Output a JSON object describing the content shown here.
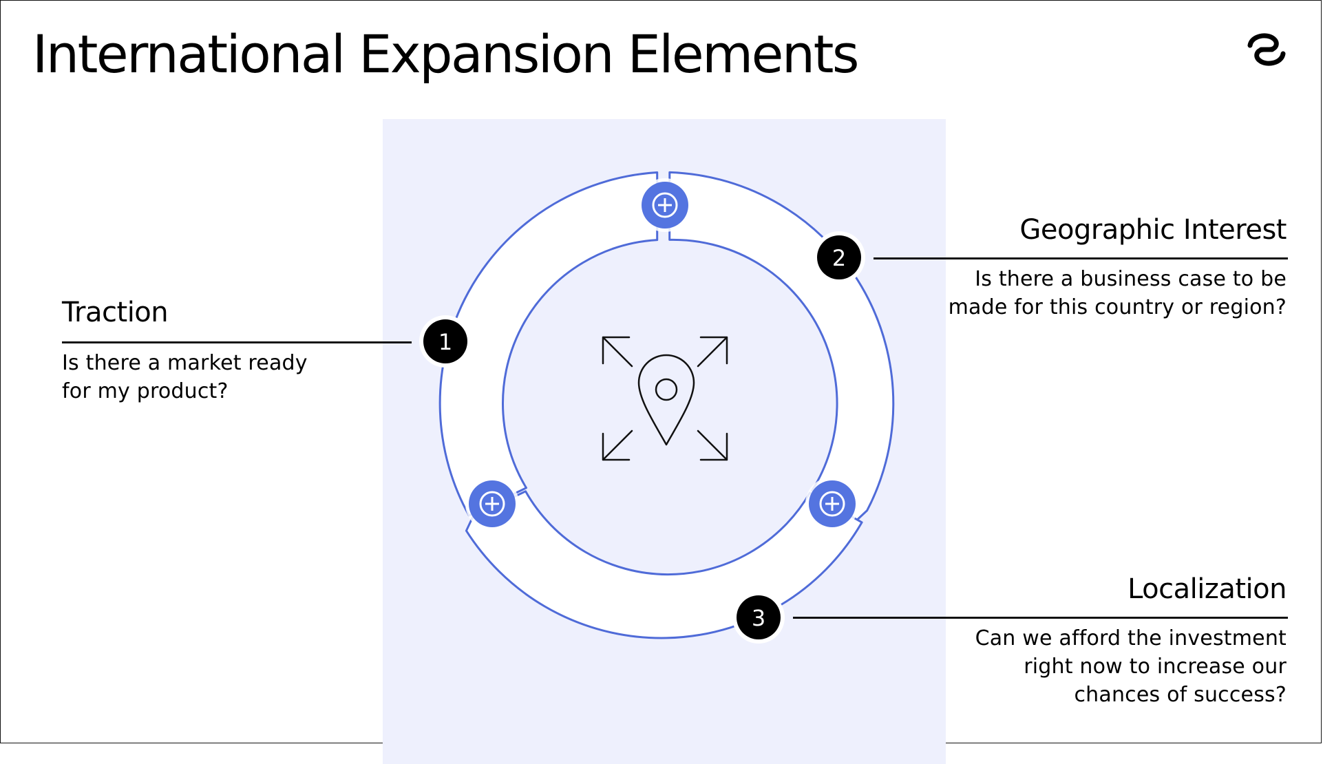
{
  "page": {
    "title": "International Expansion Elements"
  },
  "logo_icon": "brand-logo",
  "colors": {
    "panel_bg": "#eef0fd",
    "ring_stroke": "#4f6bd8",
    "plus_button": "#5474e0",
    "badge_bg": "#000000",
    "text": "#000000"
  },
  "diagram": {
    "center_icon": "map-pin-expand-icon",
    "add_icon": "plus-circle-icon",
    "steps": [
      {
        "number": "1",
        "title": "Traction",
        "description_lines": [
          "Is there a market ready",
          "for my product?"
        ]
      },
      {
        "number": "2",
        "title": "Geographic Interest",
        "description_lines": [
          "Is there a business case to be",
          "made for this country or region?"
        ]
      },
      {
        "number": "3",
        "title": "Localization",
        "description_lines": [
          "Can we afford the investment",
          "right now to increase our",
          "chances of success?"
        ]
      }
    ]
  }
}
